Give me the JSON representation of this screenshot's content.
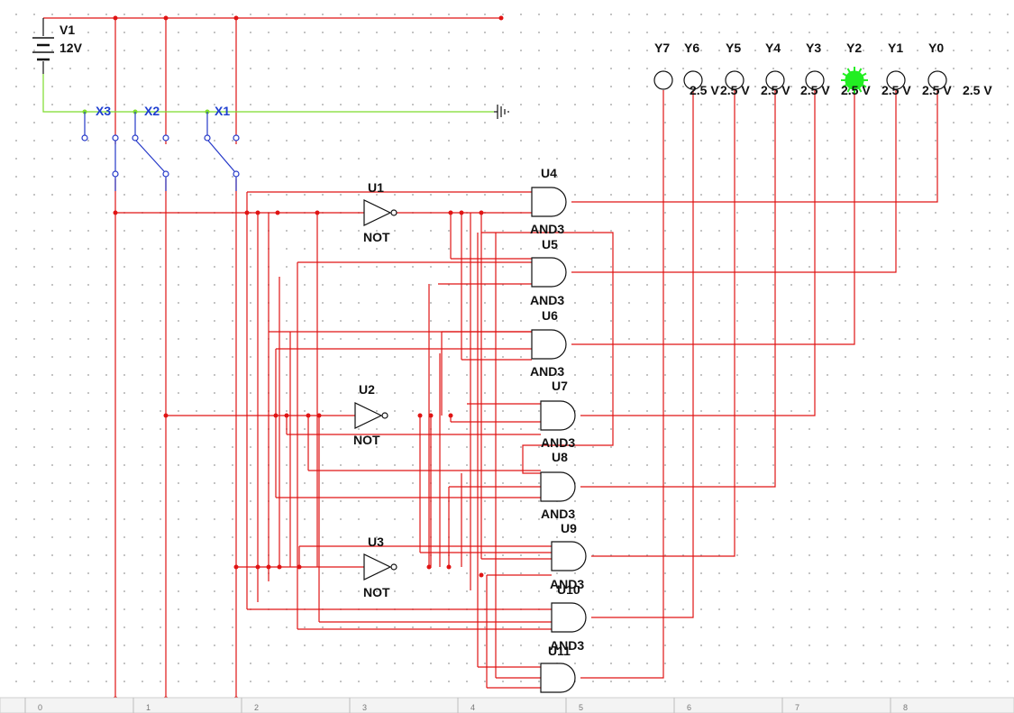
{
  "source": {
    "name": "V1",
    "value": "12V"
  },
  "switches": [
    "X3",
    "X2",
    "X1"
  ],
  "inverters": [
    {
      "name": "U1",
      "type": "NOT"
    },
    {
      "name": "U2",
      "type": "NOT"
    },
    {
      "name": "U3",
      "type": "NOT"
    }
  ],
  "gates": [
    {
      "name": "U4",
      "type": "AND3"
    },
    {
      "name": "U5",
      "type": "AND3"
    },
    {
      "name": "U6",
      "type": "AND3"
    },
    {
      "name": "U7",
      "type": "AND3"
    },
    {
      "name": "U8",
      "type": "AND3"
    },
    {
      "name": "U9",
      "type": "AND3"
    },
    {
      "name": "U10",
      "type": "AND3"
    },
    {
      "name": "U11",
      "type": "AND3"
    }
  ],
  "outputs": [
    {
      "name": "Y7",
      "lit": false
    },
    {
      "name": "Y6",
      "lit": false,
      "voltage": "2.5 V"
    },
    {
      "name": "Y5",
      "lit": false,
      "voltage": "2.5 V"
    },
    {
      "name": "Y4",
      "lit": false,
      "voltage": "2.5 V"
    },
    {
      "name": "Y3",
      "lit": false,
      "voltage": "2.5 V"
    },
    {
      "name": "Y2",
      "lit": true,
      "voltage": "2.5 V"
    },
    {
      "name": "Y1",
      "lit": false,
      "voltage": "2.5 V"
    },
    {
      "name": "Y0",
      "lit": false,
      "voltage": "2.5 V"
    }
  ],
  "extra_voltage": "2.5 V",
  "ruler": [
    "0",
    "1",
    "2",
    "3",
    "4",
    "5",
    "6",
    "7",
    "8"
  ],
  "colors": {
    "wire": "#e01414",
    "ground_wire": "#7ddc2c",
    "switch": "#2538c8",
    "led_lit": "#22ee22"
  }
}
